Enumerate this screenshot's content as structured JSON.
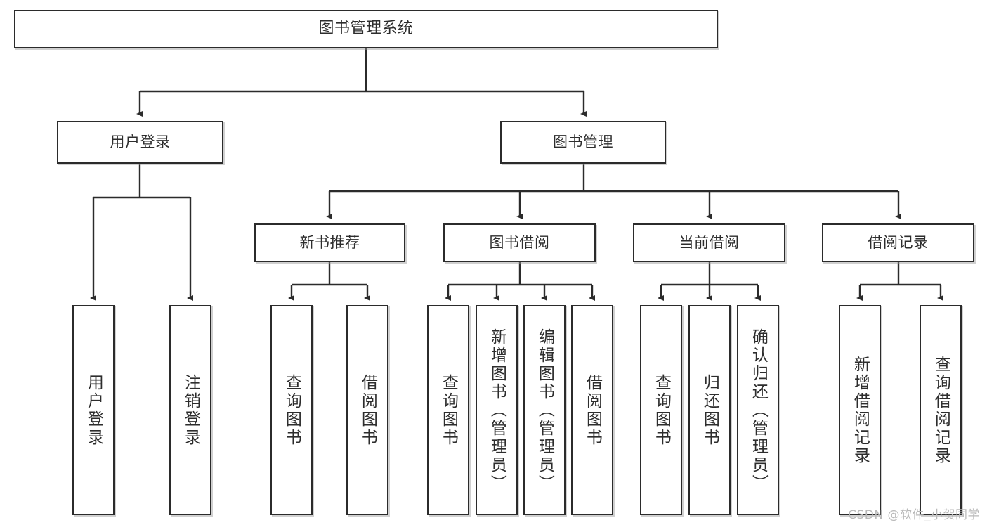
{
  "diagram": {
    "title": "图书管理系统",
    "watermark": "CSDN @软件_小贺同学",
    "colors": {
      "box_border": "#2b2b2b",
      "box_fill": "#ffffff",
      "edge": "#2b2b2b",
      "text": "#2d2d2d",
      "watermark": "#b9b9b9",
      "background": "#ffffff"
    },
    "root": {
      "label": "图书管理系统"
    },
    "level1": [
      {
        "label": "用户登录"
      },
      {
        "label": "图书管理"
      }
    ],
    "level2": [
      {
        "label": "新书推荐"
      },
      {
        "label": "图书借阅"
      },
      {
        "label": "当前借阅"
      },
      {
        "label": "借阅记录"
      }
    ],
    "leaves": {
      "user_login": [
        {
          "label": "用户登录"
        },
        {
          "label": "注销登录"
        }
      ],
      "new_book_recommend": [
        {
          "label": "查询图书"
        },
        {
          "label": "借阅图书"
        }
      ],
      "book_borrow": [
        {
          "label": "查询图书"
        },
        {
          "label": "新增图书（管理员）"
        },
        {
          "label": "编辑图书（管理员）"
        },
        {
          "label": "借阅图书"
        }
      ],
      "current_borrow": [
        {
          "label": "查询图书"
        },
        {
          "label": "归还图书"
        },
        {
          "label": "确认归还（管理员）"
        }
      ],
      "borrow_record": [
        {
          "label": "新增借阅记录"
        },
        {
          "label": "查询借阅记录"
        }
      ]
    }
  }
}
